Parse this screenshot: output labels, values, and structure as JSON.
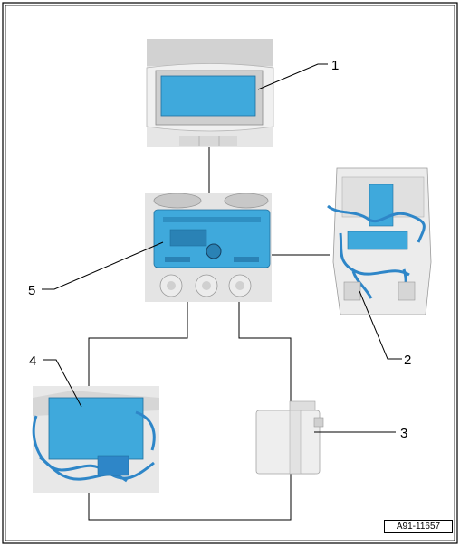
{
  "diagram": {
    "components": [
      {
        "number": "1"
      },
      {
        "number": "2"
      },
      {
        "number": "3"
      },
      {
        "number": "4"
      },
      {
        "number": "5"
      }
    ],
    "reference_code": "A91-11657"
  },
  "colors": {
    "highlight": "#3fa9dc",
    "wire": "#2e86c8",
    "panel_gray": "#dcdcdc",
    "line": "#000000"
  }
}
